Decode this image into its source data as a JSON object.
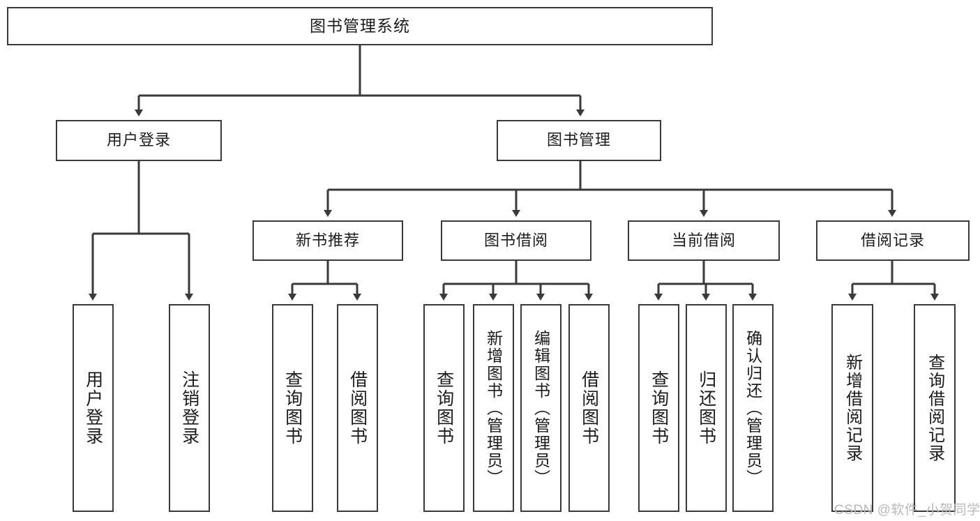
{
  "diagram": {
    "title": "图书管理系统",
    "type": "functional-structure-tree",
    "root": {
      "label": "图书管理系统"
    },
    "level2": [
      {
        "label": "用户登录"
      },
      {
        "label": "图书管理"
      }
    ],
    "level3": [
      {
        "label": "新书推荐"
      },
      {
        "label": "图书借阅"
      },
      {
        "label": "当前借阅"
      },
      {
        "label": "借阅记录"
      }
    ],
    "leaves": {
      "user_login": [
        {
          "label": "用户登录"
        },
        {
          "label": "注销登录"
        }
      ],
      "new_book_recommend": [
        {
          "label": "查询图书"
        },
        {
          "label": "借阅图书"
        }
      ],
      "book_borrow": [
        {
          "label": "查询图书"
        },
        {
          "label": "新增图书（管理员）"
        },
        {
          "label": "编辑图书（管理员）"
        },
        {
          "label": "借阅图书"
        }
      ],
      "current_borrow": [
        {
          "label": "查询图书"
        },
        {
          "label": "归还图书"
        },
        {
          "label": "确认归还（管理员）"
        }
      ],
      "borrow_records": [
        {
          "label": "新增借阅记录"
        },
        {
          "label": "查询借阅记录"
        }
      ]
    }
  },
  "watermark": {
    "text": "CSDN @软件_小贺同学"
  },
  "colors": {
    "stroke": "#3a3a3a",
    "box_fill": "#ffffff",
    "text": "#1b1b1b",
    "watermark": "#b9b9b9",
    "background": "#ffffff"
  }
}
